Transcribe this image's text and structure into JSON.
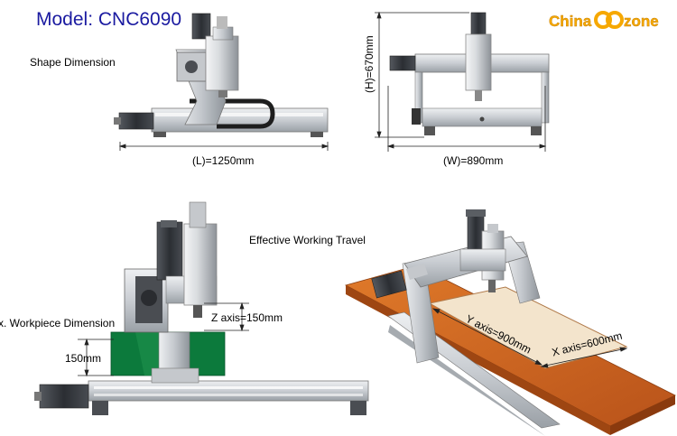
{
  "header": {
    "model_title": "Model: CNC6090",
    "logo": {
      "word_left": "China",
      "word_right": "zone",
      "color": "#f6a800"
    }
  },
  "shape_dimension": {
    "heading": "Shape Dimension",
    "length_label": "(L)=1250mm",
    "height_label": "(H)=670mm",
    "width_label": "(W)=890mm"
  },
  "workpiece": {
    "heading": "x. Workpiece Dimension",
    "height_label": "150mm",
    "z_axis_label": "Z axis=150mm"
  },
  "travel": {
    "heading": "Effective Working Travel",
    "y_axis_label": "Y axis=900mm",
    "x_axis_label": "X axis=600mm"
  },
  "colors": {
    "title": "#1a1aa0",
    "workpiece": "#0c7a3c",
    "table_top": "#c8601a",
    "frame": "#c8ccd0",
    "motor": "#3a3d42"
  }
}
